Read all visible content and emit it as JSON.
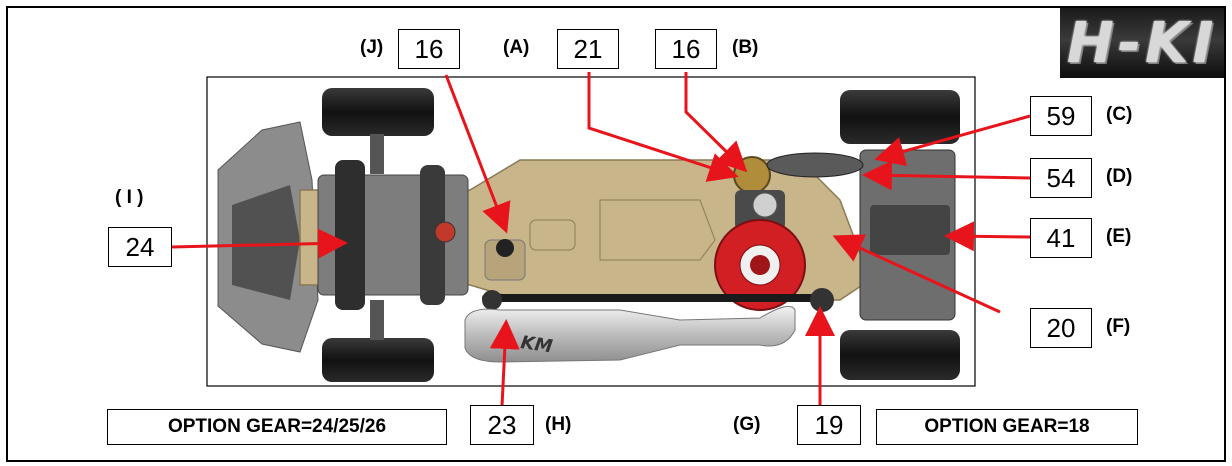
{
  "logo": {
    "text": "H-KI"
  },
  "callouts": [
    {
      "id": "J",
      "letter": "(J)",
      "number": "16"
    },
    {
      "id": "A",
      "letter": "(A)",
      "number": "21"
    },
    {
      "id": "B",
      "letter": "(B)",
      "number": "16"
    },
    {
      "id": "C",
      "letter": "(C)",
      "number": "59"
    },
    {
      "id": "D",
      "letter": "(D)",
      "number": "54"
    },
    {
      "id": "E",
      "letter": "(E)",
      "number": "41"
    },
    {
      "id": "F",
      "letter": "(F)",
      "number": "20"
    },
    {
      "id": "I",
      "letter": "( I )",
      "number": "24"
    },
    {
      "id": "H",
      "letter": "(H)",
      "number": "23"
    },
    {
      "id": "G",
      "letter": "(G)",
      "number": "19"
    }
  ],
  "options": {
    "left": "OPTION GEAR=24/25/26",
    "right": "OPTION GEAR=18"
  },
  "colors": {
    "arrow": "#e8141c",
    "chassis": "#c9b58a",
    "engine_head": "#d11f24",
    "exhaust": "#cfcfcf"
  }
}
